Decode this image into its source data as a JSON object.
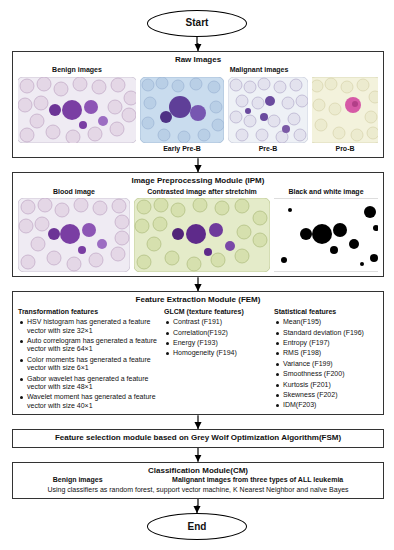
{
  "diagram": {
    "nodes": [
      {
        "text": [
          "Start"
        ]
      },
      {
        "text": [
          "Raw Images",
          "Benign images",
          "Malignant images",
          "Early Pre-B",
          "Pre-B",
          "Pro-B"
        ]
      },
      {
        "text": [
          "Image Preprocessing Module (IPM)",
          "Blood image",
          "Contrasted image after stretchim",
          "Black and white image"
        ]
      },
      {
        "text": [
          "Feature Extraction Module (FEM)",
          "Transformation features",
          "HSV histogram has generated a feature vector with size 32×1",
          "Auto correlogram has generated a feature vector with size 64×1",
          "Color moments has generated a feature vector with size 6×1",
          "Gabor wavelet has generated a feature vector with size 48×1",
          "Wavelet moment has generated a feature vector with size 40×1",
          "GLCM (texture features)",
          "Contrast (F191)",
          "Correlation(F192)",
          "Energy (F193)",
          "Homogeneity (F194)",
          "Statistical features",
          "Mean(F195)",
          "Standard deviation (F196)",
          "Entropy (F197)",
          "RMS (F198)",
          "Variance (F199)",
          "Smoothness (F200)",
          "Kurtosis (F201)",
          "Skewness (F202)",
          "IDM(F203)"
        ]
      },
      {
        "text": [
          "Feature selection module based on Grey Wolf Optimization Algorithm(FSM)"
        ]
      },
      {
        "text": [
          "Classification Module(CM)",
          "Benign images",
          "Malignant images from three types of ALL leukemia",
          "Using classifiers as random forest, support vector machine, K Nearest Neighbor and naïve Bayes"
        ]
      },
      {
        "text": [
          "End"
        ]
      }
    ],
    "edges": [
      {
        "from": 0,
        "to": 1,
        "arrow": "to"
      },
      {
        "from": 1,
        "to": 2,
        "arrow": "to"
      },
      {
        "from": 2,
        "to": 3,
        "arrow": "to"
      },
      {
        "from": 3,
        "to": 4,
        "arrow": "to"
      },
      {
        "from": 4,
        "to": 5,
        "arrow": "to"
      },
      {
        "from": 5,
        "to": 6,
        "arrow": "to"
      }
    ]
  }
}
